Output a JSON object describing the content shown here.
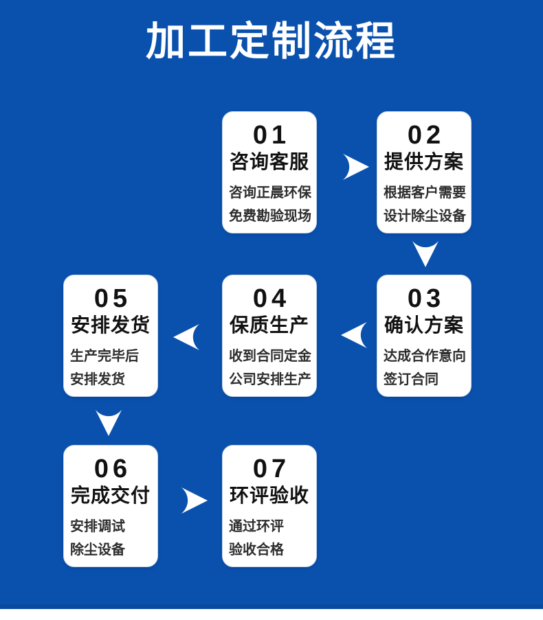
{
  "title": "加工定制流程",
  "colors": {
    "background": "#0A51AE",
    "card_background": "#FFFFFF",
    "card_border": "#C9D7EA",
    "heading_text": "#FFFFFF",
    "number_text": "#111111",
    "body_text": "#2D2D2D",
    "arrow": "#FFFFFF",
    "footer_dark_strip": "#084AA0",
    "footer_white_strip": "#FFFFFF"
  },
  "icons": {
    "flow_arrow": "white swoosh chevron (concave-back triangle)"
  },
  "steps": [
    {
      "number": "01",
      "title": "咨询客服",
      "lines": [
        "咨询正晨环保",
        "免费勘验现场"
      ]
    },
    {
      "number": "02",
      "title": "提供方案",
      "lines": [
        "根据客户需要",
        "设计除尘设备"
      ]
    },
    {
      "number": "03",
      "title": "确认方案",
      "lines": [
        "达成合作意向",
        "签订合同"
      ]
    },
    {
      "number": "04",
      "title": "保质生产",
      "lines": [
        "收到合同定金",
        "公司安排生产"
      ]
    },
    {
      "number": "05",
      "title": "安排发货",
      "lines": [
        "生产完毕后",
        "安排发货"
      ]
    },
    {
      "number": "06",
      "title": "完成交付",
      "lines": [
        "安排调试",
        "除尘设备"
      ]
    },
    {
      "number": "07",
      "title": "环评验收",
      "lines": [
        "通过环评",
        "验收合格"
      ]
    }
  ],
  "arrows": [
    {
      "from": "01",
      "to": "02",
      "direction": "right"
    },
    {
      "from": "02",
      "to": "03",
      "direction": "down"
    },
    {
      "from": "03",
      "to": "04",
      "direction": "left"
    },
    {
      "from": "04",
      "to": "05",
      "direction": "left"
    },
    {
      "from": "05",
      "to": "06",
      "direction": "down"
    },
    {
      "from": "06",
      "to": "07",
      "direction": "right"
    }
  ]
}
